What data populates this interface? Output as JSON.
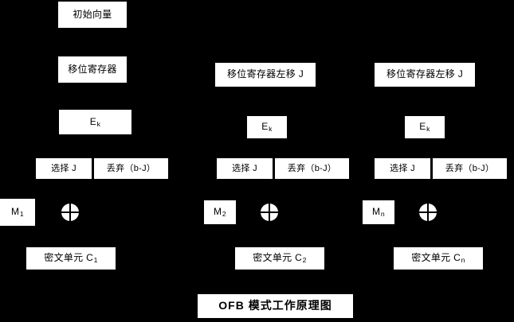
{
  "diagram": {
    "title": "OFB 模式工作原理图",
    "background_color": "#000000",
    "node_color": "#ffffff",
    "text_color": "#000000",
    "nodes": {
      "iv": "初始向量",
      "shift_register": "移位寄存器",
      "shift_register_left_2": "移位寄存器左移 J",
      "shift_register_left_n": "移位寄存器左移 J",
      "encrypt_1": "E",
      "encrypt_1_sub": "k",
      "encrypt_2": "E",
      "encrypt_2_sub": "k",
      "encrypt_n": "E",
      "encrypt_n_sub": "k",
      "select_1": "选择 J",
      "discard_1": "丢弃（b-J）",
      "select_2": "选择 J",
      "discard_2": "丢弃（b-J）",
      "select_n": "选择 J",
      "discard_n": "丢弃（b-J）",
      "plaintext_1": "M",
      "plaintext_1_sub": "1",
      "plaintext_2": "M",
      "plaintext_2_sub": "2",
      "plaintext_n": "M",
      "plaintext_n_sub": "n",
      "ciphertext_1": "密文单元 C",
      "ciphertext_1_sub": "1",
      "ciphertext_2": "密文单元 C",
      "ciphertext_2_sub": "2",
      "ciphertext_n": "密文单元 C",
      "ciphertext_n_sub": "n",
      "xor_1": "xor-operator",
      "xor_2": "xor-operator",
      "xor_n": "xor-operator"
    }
  }
}
